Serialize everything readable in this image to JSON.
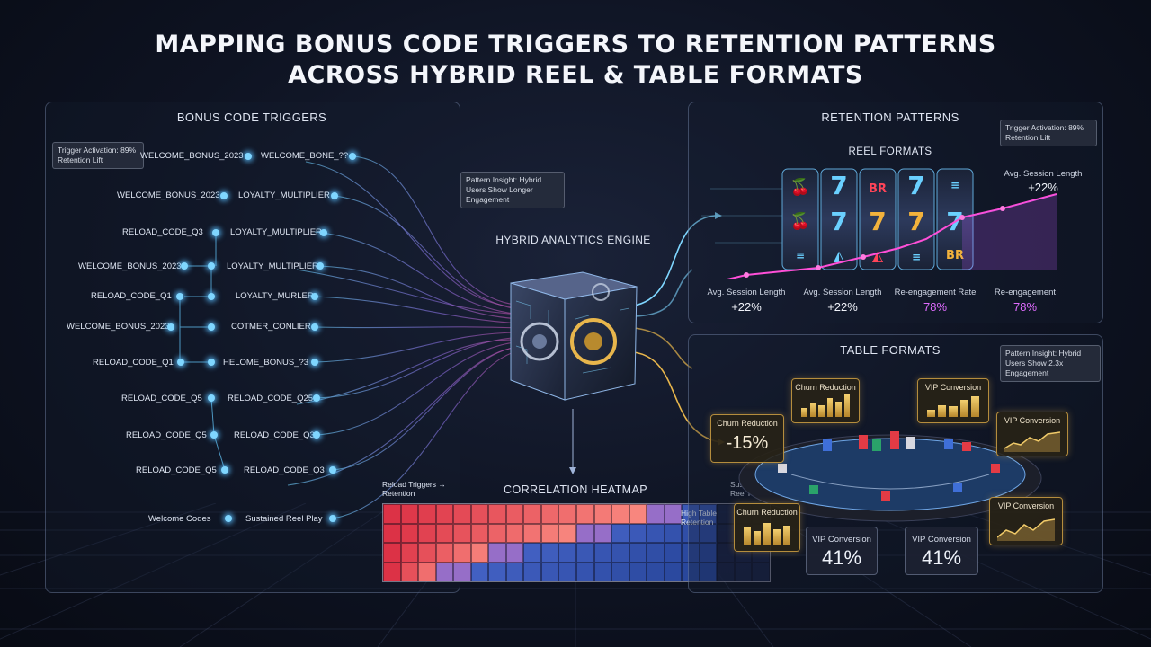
{
  "title_line1": "MAPPING BONUS CODE TRIGGERS TO RETENTION PATTERNS",
  "title_line2": "ACROSS HYBRID REEL & TABLE FORMATS",
  "left_panel": {
    "title": "BONUS CODE TRIGGERS",
    "callout": "Trigger Activation: 89% Retention Lift",
    "rows": [
      {
        "a": "WELCOME_BONUS_2023",
        "b": "WELCOME_BONE_??"
      },
      {
        "a": "WELCOME_BONUS_2023",
        "b": "LOYALTY_MULTIPLIER"
      },
      {
        "a": "RELOAD_CODE_Q3",
        "b": "LOYALTY_MULTIPLIER"
      },
      {
        "a": "WELCOME_BONUS_2023",
        "b": "LOYALTY_MULTIPLIER"
      },
      {
        "a": "RELOAD_CODE_Q1",
        "b": "LOYALTY_MURLER"
      },
      {
        "a": "WELCOME_BONUS_2023",
        "b": "COTMER_CONLIER"
      },
      {
        "a": "RELOAD_CODE_Q1",
        "b": "HELOME_BONUS_?3"
      },
      {
        "a": "RELOAD_CODE_Q5",
        "b": "RELOAD_CODE_Q25"
      },
      {
        "a": "RELOAD_CODE_Q5",
        "b": "RELOAD_CODE_Q3"
      },
      {
        "a": "RELOAD_CODE_Q5",
        "b": "RELOAD_CODE_Q3"
      },
      {
        "a": "Welcome Codes",
        "b": "Sustained Reel Play"
      }
    ]
  },
  "center": {
    "engine_label": "HYBRID ANALYTICS ENGINE",
    "callout": "Pattern Insight: Hybrid Users Show Longer Engagement",
    "heatmap_title": "CORRELATION HEATMAP",
    "heatmap_label_left": "Reload Triggers → Retention",
    "heatmap_label_right": "High Table Retention",
    "heatmap_label_mid": "Sustained Reel Play"
  },
  "retention_panel": {
    "title": "RETENTION PATTERNS",
    "reel_title": "REEL FORMATS",
    "callout": "Trigger Activation: 89% Retention Lift",
    "session_label": "Avg. Session Length",
    "session_value": "+22%",
    "metrics": [
      {
        "label": "Avg. Session Length",
        "value": "+22%"
      },
      {
        "label": "Avg. Session Length",
        "value": "+22%"
      },
      {
        "label": "Re-engagement Rate",
        "value": "78%"
      },
      {
        "label": "Re-engagement",
        "value": "78%"
      }
    ]
  },
  "table_panel": {
    "title": "TABLE FORMATS",
    "callout": "Pattern Insight: Hybrid Users Show 2.3x Engagement",
    "cards": [
      {
        "label": "Churn Reduction"
      },
      {
        "label": "VIP Conversion"
      },
      {
        "label": "VIP Conversion"
      },
      {
        "label": "Churn Reduction"
      },
      {
        "label": "VIP Conversion"
      }
    ],
    "churn": {
      "label": "Churn Reduction",
      "value": "-15%"
    },
    "vip1": {
      "label": "VIP Conversion",
      "value": "41%"
    },
    "vip2": {
      "label": "VIP Conversion",
      "value": "41%"
    }
  },
  "colors": {
    "accent_blue": "#7fd6ff",
    "accent_gold": "#e8b64c",
    "accent_pink": "#ff4fd8",
    "accent_purple": "#c77dff"
  }
}
